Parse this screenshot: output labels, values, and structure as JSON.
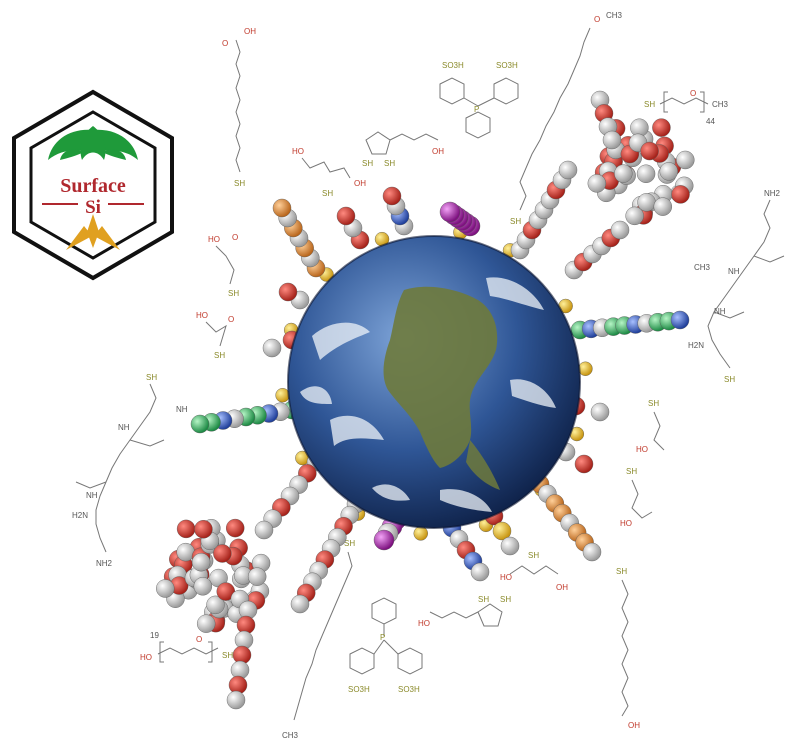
{
  "logo": {
    "line1": "Surface",
    "line2": "Si",
    "colors": {
      "green": "#1f9a3a",
      "red": "#b0282e",
      "gold": "#e0a020",
      "frame": "#111111"
    }
  },
  "labels": {
    "acid_oh": "OH",
    "acid_o": "O",
    "thiol": "SH",
    "sulfonic": "SO3H",
    "ho": "HO",
    "amide_nh2": "NH2",
    "amine_h2n": "H2N",
    "nh": "NH",
    "h2n": "H2N",
    "ch3": "CH3",
    "p": "P",
    "peg_n_top": "44",
    "peg_n_bottom": "19"
  },
  "colors": {
    "ocean": "#2a4f8f",
    "ocean_light": "#5b86c4",
    "land": "#6f7a3a",
    "cloud": "#e8eef5",
    "atom_red": "#d23a2e",
    "atom_white": "#e6e6e6",
    "atom_grey": "#8f8f8f",
    "atom_orange": "#d98a3a",
    "atom_yellow": "#e2b325",
    "atom_magenta": "#b12bb8",
    "atom_green": "#3cc46a",
    "atom_blue": "#3a6ad0"
  }
}
